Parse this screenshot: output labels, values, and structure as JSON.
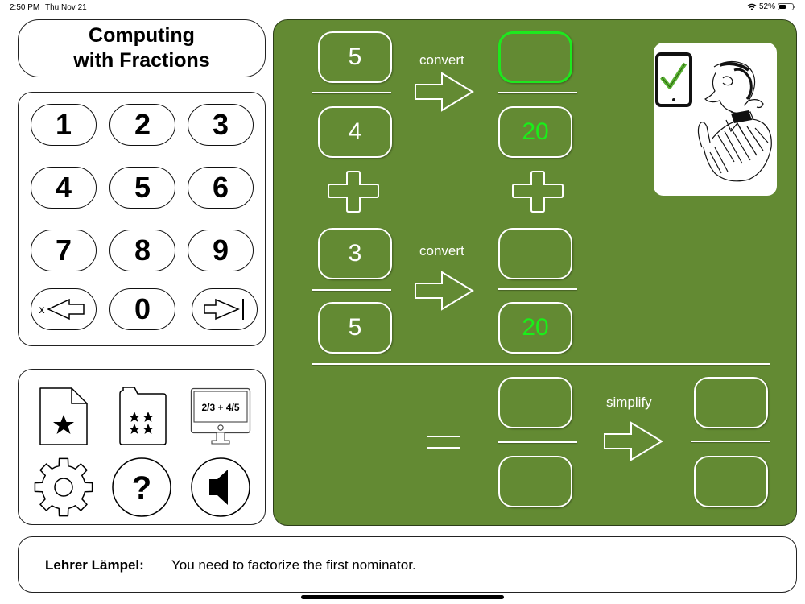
{
  "status_bar": {
    "time": "2:50 PM",
    "date": "Thu Nov 21",
    "battery_text": "52%",
    "battery_level": 0.52,
    "icons": [
      "wifi-icon",
      "battery-icon"
    ]
  },
  "app": {
    "title": "Computing\nwith Fractions"
  },
  "keypad": {
    "keys": [
      "1",
      "2",
      "3",
      "4",
      "5",
      "6",
      "7",
      "8",
      "9"
    ],
    "zero": "0",
    "delete_label": "x",
    "delete_icon": "backspace-arrow-icon",
    "next_icon": "next-field-arrow-icon"
  },
  "tools": {
    "items": [
      {
        "name": "favorite-exercise",
        "icon": "document-star-icon"
      },
      {
        "name": "exercise-collection",
        "icon": "folder-stars-icon"
      },
      {
        "name": "enter-exercise",
        "icon": "monitor-icon",
        "text": "2/3 + 4/5"
      },
      {
        "name": "settings",
        "icon": "gear-icon"
      },
      {
        "name": "help",
        "icon": "question-icon",
        "text": "?"
      },
      {
        "name": "sound",
        "icon": "speaker-icon"
      }
    ]
  },
  "board": {
    "background_color": "#638a33",
    "highlight_color": "#1ee81e",
    "fraction1": {
      "numerator": "5",
      "denominator": "4"
    },
    "fraction2": {
      "numerator": "3",
      "denominator": "5"
    },
    "converted1": {
      "numerator": "",
      "denominator": "20"
    },
    "converted2": {
      "numerator": "",
      "denominator": "20"
    },
    "result": {
      "numerator": "",
      "denominator": ""
    },
    "simplified": {
      "numerator": "",
      "denominator": ""
    },
    "convert_label_1": "convert",
    "convert_label_2": "convert",
    "simplify_label": "simplify",
    "operator": "plus-icon",
    "equals": "equals-icon"
  },
  "teacher_card": {
    "icons": [
      "tablet-check-icon",
      "teacher-portrait"
    ]
  },
  "message": {
    "speaker": "Lehrer Lämpel:",
    "text": "You need to factorize the first nominator."
  }
}
